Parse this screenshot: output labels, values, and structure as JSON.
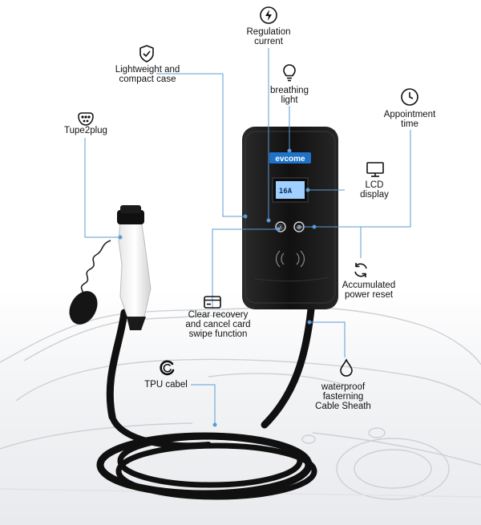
{
  "brand": "evcome",
  "lcd_reading": "16A",
  "features": {
    "regulation_current": [
      "Regulation",
      "current"
    ],
    "lightweight_case": [
      "Lightweight and",
      "compact case"
    ],
    "breathing_light": [
      "breathing",
      "light"
    ],
    "appointment_time": [
      "Appointment",
      "time"
    ],
    "plug_type": [
      "Tupe2plug"
    ],
    "lcd_display": [
      "LCD",
      "display"
    ],
    "accumulated_power_reset": [
      "Accumulated",
      "power reset"
    ],
    "card_swipe": [
      "Clear recovery",
      "and cancel card",
      "swipe function"
    ],
    "tpu_cable": [
      "TPU cabel"
    ],
    "cable_sheath": [
      "waterproof",
      "fasterning",
      "Cable Sheath"
    ]
  },
  "icons": {
    "regulation_current": "lightning-circle-icon",
    "lightweight_case": "shield-check-icon",
    "breathing_light": "light-bulb-icon",
    "appointment_time": "clock-icon",
    "plug_type": "type2-plug-icon",
    "lcd_display": "monitor-icon",
    "accumulated_power_reset": "refresh-icon",
    "card_swipe": "card-icon",
    "tpu_cable": "cable-ring-icon",
    "cable_sheath": "water-drop-icon"
  },
  "colors": {
    "callout_line": "#5b9bd5",
    "device_body": "#141414",
    "brand_banner": "#1e73c9",
    "lcd_screen": "#9fd0ff"
  }
}
